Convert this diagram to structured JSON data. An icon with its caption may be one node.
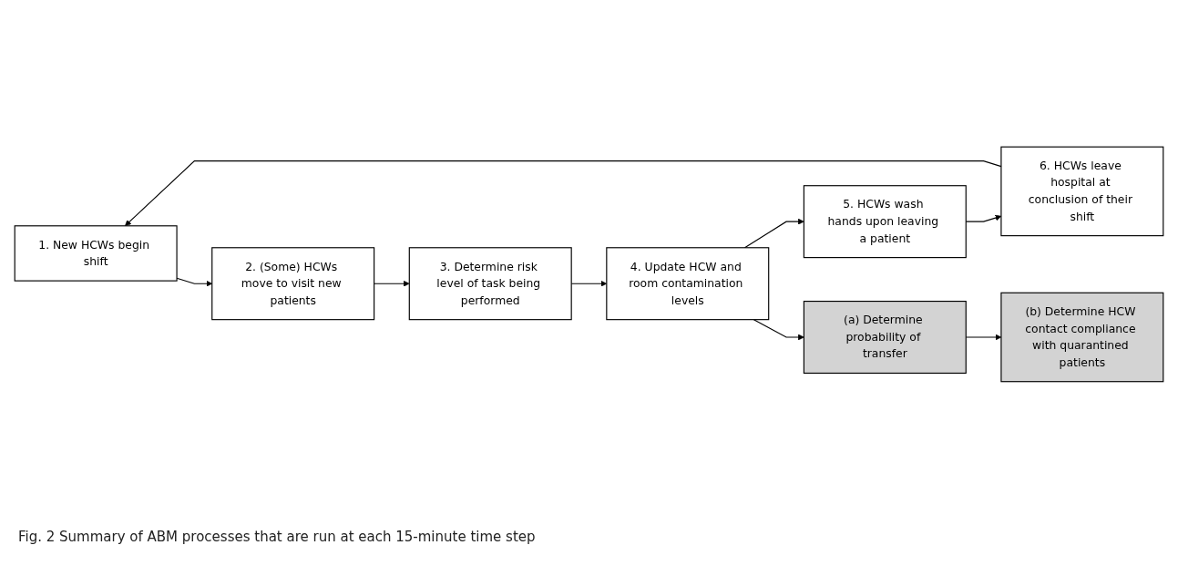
{
  "diagram": {
    "caption": "Fig. 2 Summary of ABM processes that are run at each 15-minute time step",
    "nodes": [
      {
        "text": [
          "1. New HCWs begin shift"
        ]
      },
      {
        "text": [
          "2. (Some) HCWs move to visit new patients"
        ]
      },
      {
        "text": [
          "3. Determine risk level of task being performed"
        ]
      },
      {
        "text": [
          "4. Update HCW and room contamination levels"
        ]
      },
      {
        "text": [
          "5. HCWs wash hands upon leaving a patient"
        ]
      },
      {
        "text": [
          "6. HCWs leave hospital at conclusion of their shift"
        ]
      },
      {
        "text": [
          "(a) Determine probability of transfer"
        ]
      },
      {
        "text": [
          "(b) Determine HCW contact compliance with quarantined patients"
        ]
      }
    ],
    "edges": [
      {
        "from": 0,
        "to": 1,
        "arrow": "to"
      },
      {
        "from": 1,
        "to": 2,
        "arrow": "to"
      },
      {
        "from": 2,
        "to": 3,
        "arrow": "to"
      },
      {
        "from": 3,
        "to": 4,
        "arrow": "to"
      },
      {
        "from": 4,
        "to": 5,
        "arrow": "to"
      },
      {
        "from": 5,
        "to": 0,
        "arrow": "to"
      },
      {
        "from": 3,
        "to": 6,
        "arrow": "to"
      },
      {
        "from": 6,
        "to": 7,
        "arrow": "to"
      }
    ]
  }
}
